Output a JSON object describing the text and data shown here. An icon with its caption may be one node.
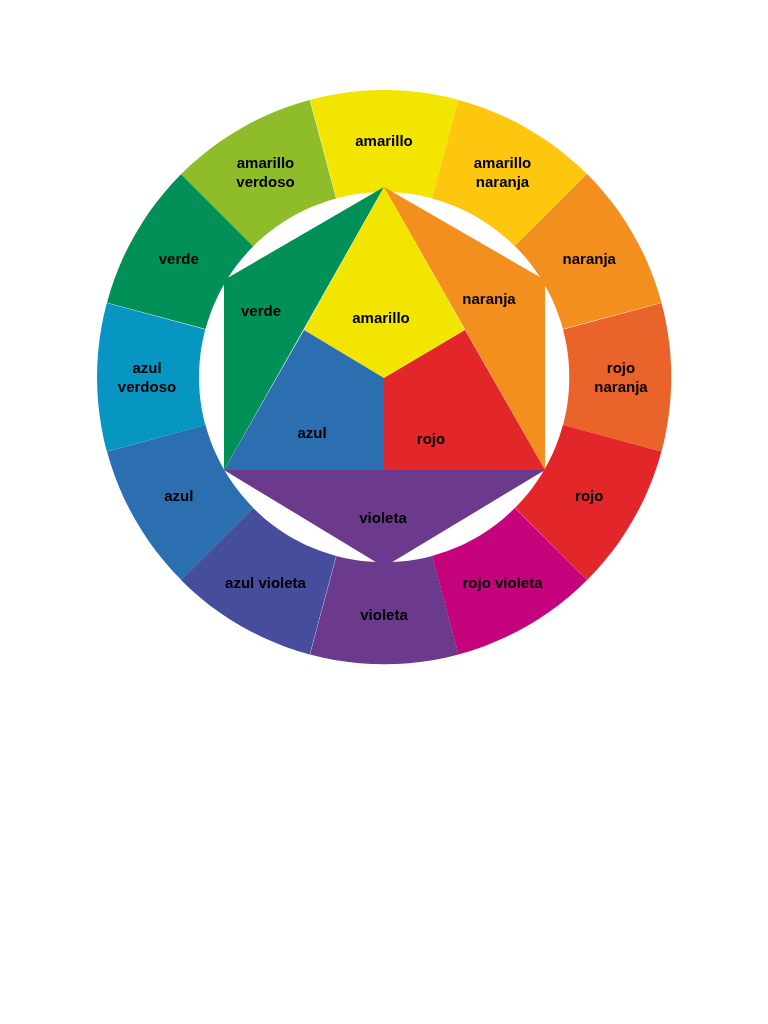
{
  "diagram": {
    "nodes": [
      {
        "text": [
          "amarillo"
        ]
      },
      {
        "text": [
          "amarillo naranja"
        ]
      },
      {
        "text": [
          "naranja"
        ]
      },
      {
        "text": [
          "rojo naranja"
        ]
      },
      {
        "text": [
          "rojo"
        ]
      },
      {
        "text": [
          "rojo violeta"
        ]
      },
      {
        "text": [
          "violeta"
        ]
      },
      {
        "text": [
          "azul violeta"
        ]
      },
      {
        "text": [
          "azul"
        ]
      },
      {
        "text": [
          "azul verdoso"
        ]
      },
      {
        "text": [
          "verde"
        ]
      },
      {
        "text": [
          "amarillo verdoso"
        ]
      },
      {
        "text": [
          "verde"
        ]
      },
      {
        "text": [
          "amarillo"
        ]
      },
      {
        "text": [
          "naranja"
        ]
      },
      {
        "text": [
          "azul"
        ]
      },
      {
        "text": [
          "rojo"
        ]
      },
      {
        "text": [
          "violeta"
        ]
      }
    ]
  }
}
